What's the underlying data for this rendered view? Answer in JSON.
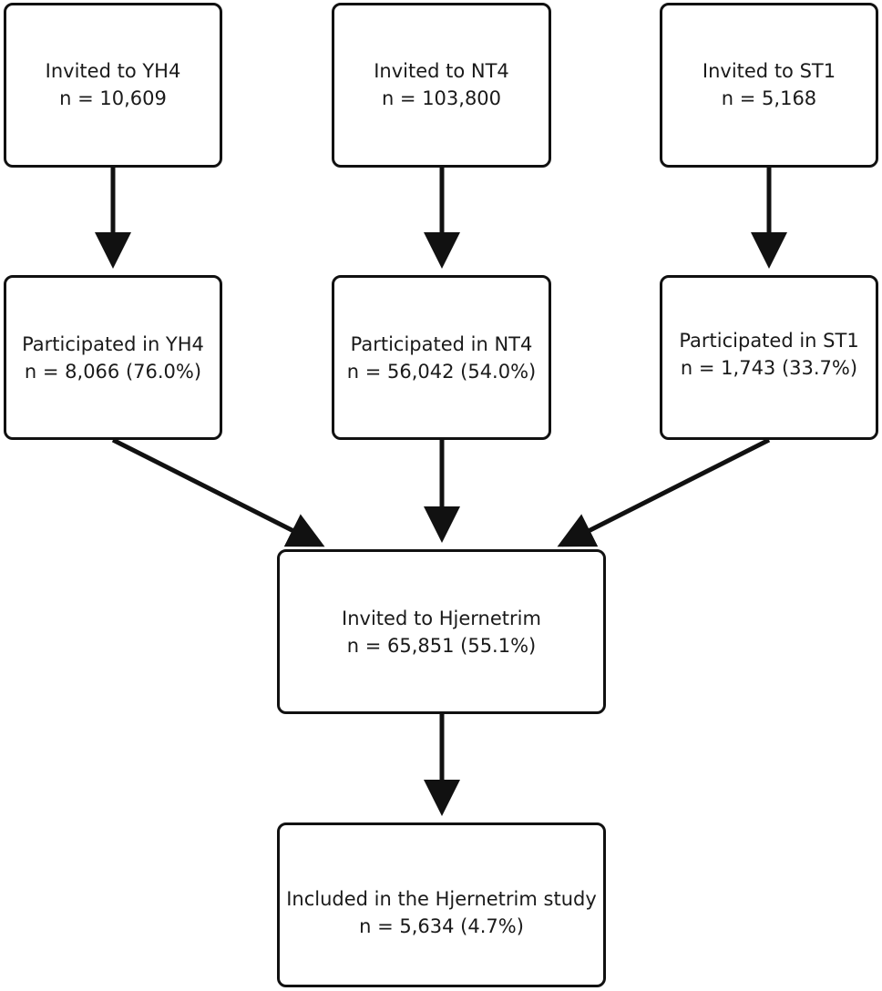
{
  "diagram": {
    "boxes": {
      "yh4_invited": {
        "line1": "Invited to YH4",
        "line2": "n = 10,609"
      },
      "nt4_invited": {
        "line1": "Invited to NT4",
        "line2": "n = 103,800"
      },
      "st1_invited": {
        "line1": "Invited to ST1",
        "line2": "n = 5,168"
      },
      "yh4_participated": {
        "line1": "Participated in YH4",
        "line2": "n = 8,066 (76.0%)"
      },
      "nt4_participated": {
        "line1": "Participated in NT4",
        "line2": "n = 56,042 (54.0%)"
      },
      "st1_participated": {
        "line1": "Participated in ST1",
        "line2": "n = 1,743 (33.7%)"
      },
      "hjernetrim_invited": {
        "line1": "Invited to Hjernetrim",
        "line2": "n = 65,851 (55.1%)"
      },
      "hjernetrim_included": {
        "line1": "Included in the Hjernetrim study",
        "line2": "n = 5,634 (4.7%)"
      }
    },
    "colors": {
      "stroke": "#111111",
      "background": "#ffffff"
    }
  }
}
